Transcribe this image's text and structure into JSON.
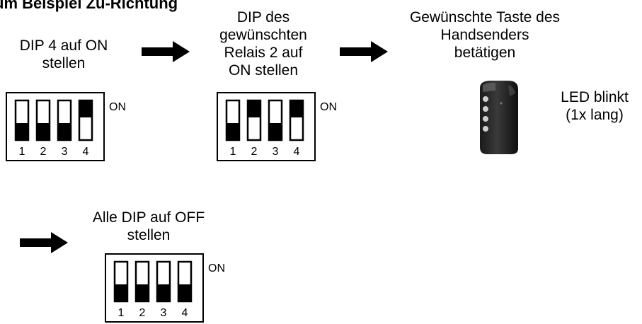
{
  "title": "um Beispiel Zu-Richtung",
  "steps": [
    {
      "caption": [
        "DIP 4 auf ON",
        "stellen"
      ],
      "switches": [
        "off",
        "off",
        "off",
        "on"
      ]
    },
    {
      "caption": [
        "DIP des",
        "gewünschten",
        "Relais 2 auf",
        "ON stellen"
      ],
      "switches": [
        "off",
        "on",
        "off",
        "on"
      ]
    },
    {
      "caption": [
        "Gewünschte Taste des",
        "Handsenders",
        "betätigen"
      ]
    },
    {
      "caption": [
        "Alle DIP auf OFF",
        "stellen"
      ],
      "switches": [
        "off",
        "off",
        "off",
        "off"
      ]
    }
  ],
  "led_note": [
    "LED blinkt",
    "(1x lang)"
  ],
  "dip_on_label": "ON",
  "dip_numbers": [
    "1",
    "2",
    "3",
    "4"
  ],
  "icons": [
    "arrow-right-icon",
    "remote-control-icon"
  ]
}
